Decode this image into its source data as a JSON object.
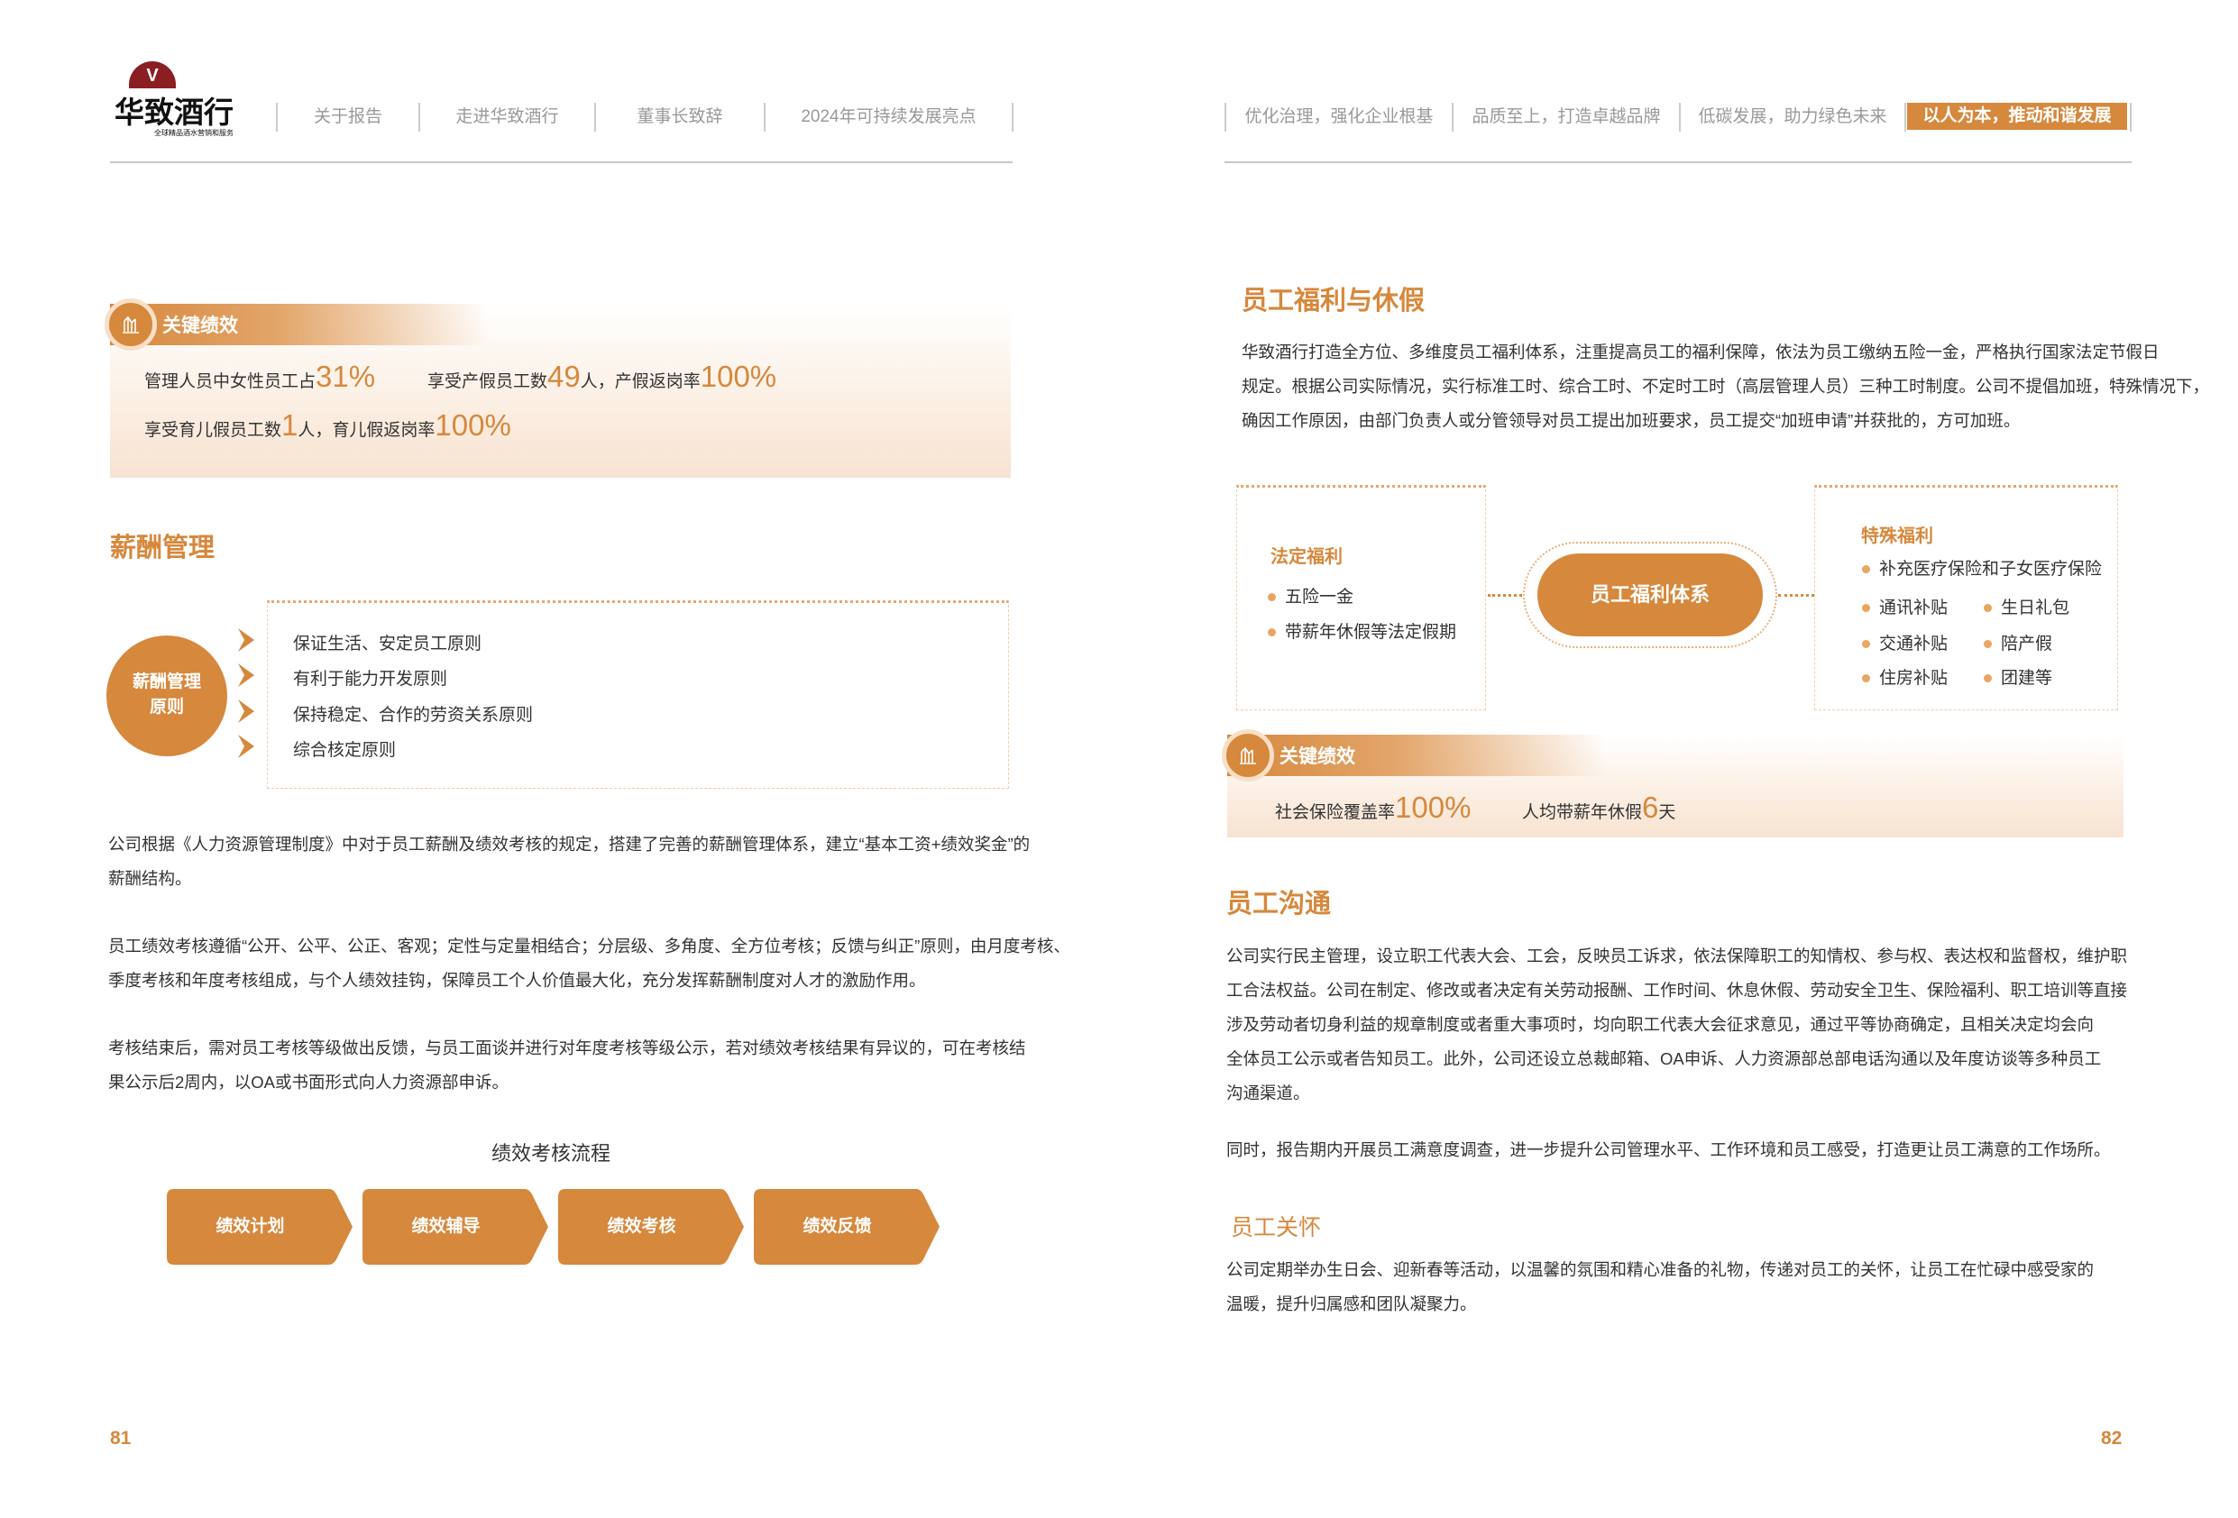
{
  "logo": {
    "name": "华致酒行",
    "tagline": "全球精品酒水营销和服务"
  },
  "nav_left": [
    "关于报告",
    "走进华致酒行",
    "董事长致辞",
    "2024年可持续发展亮点"
  ],
  "nav_right": [
    "优化治理，强化企业根基",
    "品质至上，打造卓越品牌",
    "低碳发展，助力绿色未来"
  ],
  "nav_active": "以人为本，推动和谐发展",
  "left": {
    "kp": {
      "title": "关键绩效",
      "l1a": "管理人员中女性员工占",
      "l1a_num": "31%",
      "l1b": "享受产假员工数",
      "l1b_num": "49",
      "l1b_mid": "人，产假返岗率",
      "l1b_num2": "100%",
      "l2": "享受育儿假员工数",
      "l2_num": "1",
      "l2_mid": "人，育儿假返岗率",
      "l2_num2": "100%"
    },
    "salary_heading": "薪酬管理",
    "principles_circle": [
      "薪酬管理",
      "原则"
    ],
    "principles": [
      "保证生活、安定员工原则",
      "有利于能力开发原则",
      "保持稳定、合作的劳资关系原则",
      "综合核定原则"
    ],
    "paragraphs": [
      [
        "公司根据《人力资源管理制度》中对于员工薪酬及绩效考核的规定，搭建了完善的薪酬管理体系，建立“基本工资+绩效奖金”的",
        "薪酬结构。"
      ],
      [
        "员工绩效考核遵循“公开、公平、公正、客观；定性与定量相结合；分层级、多角度、全方位考核；反馈与纠正”原则，由月度考核、",
        "季度考核和年度考核组成，与个人绩效挂钩，保障员工个人价值最大化，充分发挥薪酬制度对人才的激励作用。"
      ],
      [
        "考核结束后，需对员工考核等级做出反馈，与员工面谈并进行对年度考核等级公示，若对绩效考核结果有异议的，可在考核结",
        "果公示后2周内，以OA或书面形式向人力资源部申诉。"
      ]
    ],
    "flow_title": "绩效考核流程",
    "flow_steps": [
      "绩效计划",
      "绩效辅导",
      "绩效考核",
      "绩效反馈"
    ],
    "page": "81"
  },
  "right": {
    "welfare_heading": "员工福利与休假",
    "welfare_para": [
      "华致酒行打造全方位、多维度员工福利体系，注重提高员工的福利保障，依法为员工缴纳五险一金，严格执行国家法定节假日",
      "规定。根据公司实际情况，实行标准工时、综合工时、不定时工时（高层管理人员）三种工时制度。公司不提倡加班，特殊情况下，",
      "确因工作原因，由部门负责人或分管领导对员工提出加班要求，员工提交“加班申请”并获批的，方可加班。"
    ],
    "diagram": {
      "center": "员工福利体系",
      "legal_title": "法定福利",
      "legal_items": [
        "五险一金",
        "带薪年休假等法定假期"
      ],
      "special_title": "特殊福利",
      "special_wide": "补充医疗保险和子女医疗保险",
      "special_items": [
        "通讯补贴",
        "生日礼包",
        "交通补贴",
        "陪产假",
        "住房补贴",
        "团建等"
      ]
    },
    "kp": {
      "title": "关键绩效",
      "a": "社会保险覆盖率",
      "a_num": "100%",
      "b": "人均带薪年休假",
      "b_num": "6",
      "b_unit": "天"
    },
    "comm_heading": "员工沟通",
    "comm_para": [
      "公司实行民主管理，设立职工代表大会、工会，反映员工诉求，依法保障职工的知情权、参与权、表达权和监督权，维护职",
      "工合法权益。公司在制定、修改或者决定有关劳动报酬、工作时间、休息休假、劳动安全卫生、保险福利、职工培训等直接",
      "涉及劳动者切身利益的规章制度或者重大事项时，均向职工代表大会征求意见，通过平等协商确定，且相关决定均会向",
      "全体员工公示或者告知员工。此外，公司还设立总裁邮箱、OA申诉、人力资源部总部电话沟通以及年度访谈等多种员工",
      "沟通渠道。"
    ],
    "comm_para2": "同时，报告期内开展员工满意度调查，进一步提升公司管理水平、工作环境和员工感受，打造更让员工满意的工作场所。",
    "care_heading": "员工关怀",
    "care_para": [
      "公司定期举办生日会、迎新春等活动，以温馨的氛围和精心准备的礼物，传递对员工的关怀，让员工在忙碌中感受家的",
      "温暖，提升归属感和团队凝聚力。"
    ],
    "page": "82"
  },
  "colors": {
    "accent": "#D6883D"
  }
}
